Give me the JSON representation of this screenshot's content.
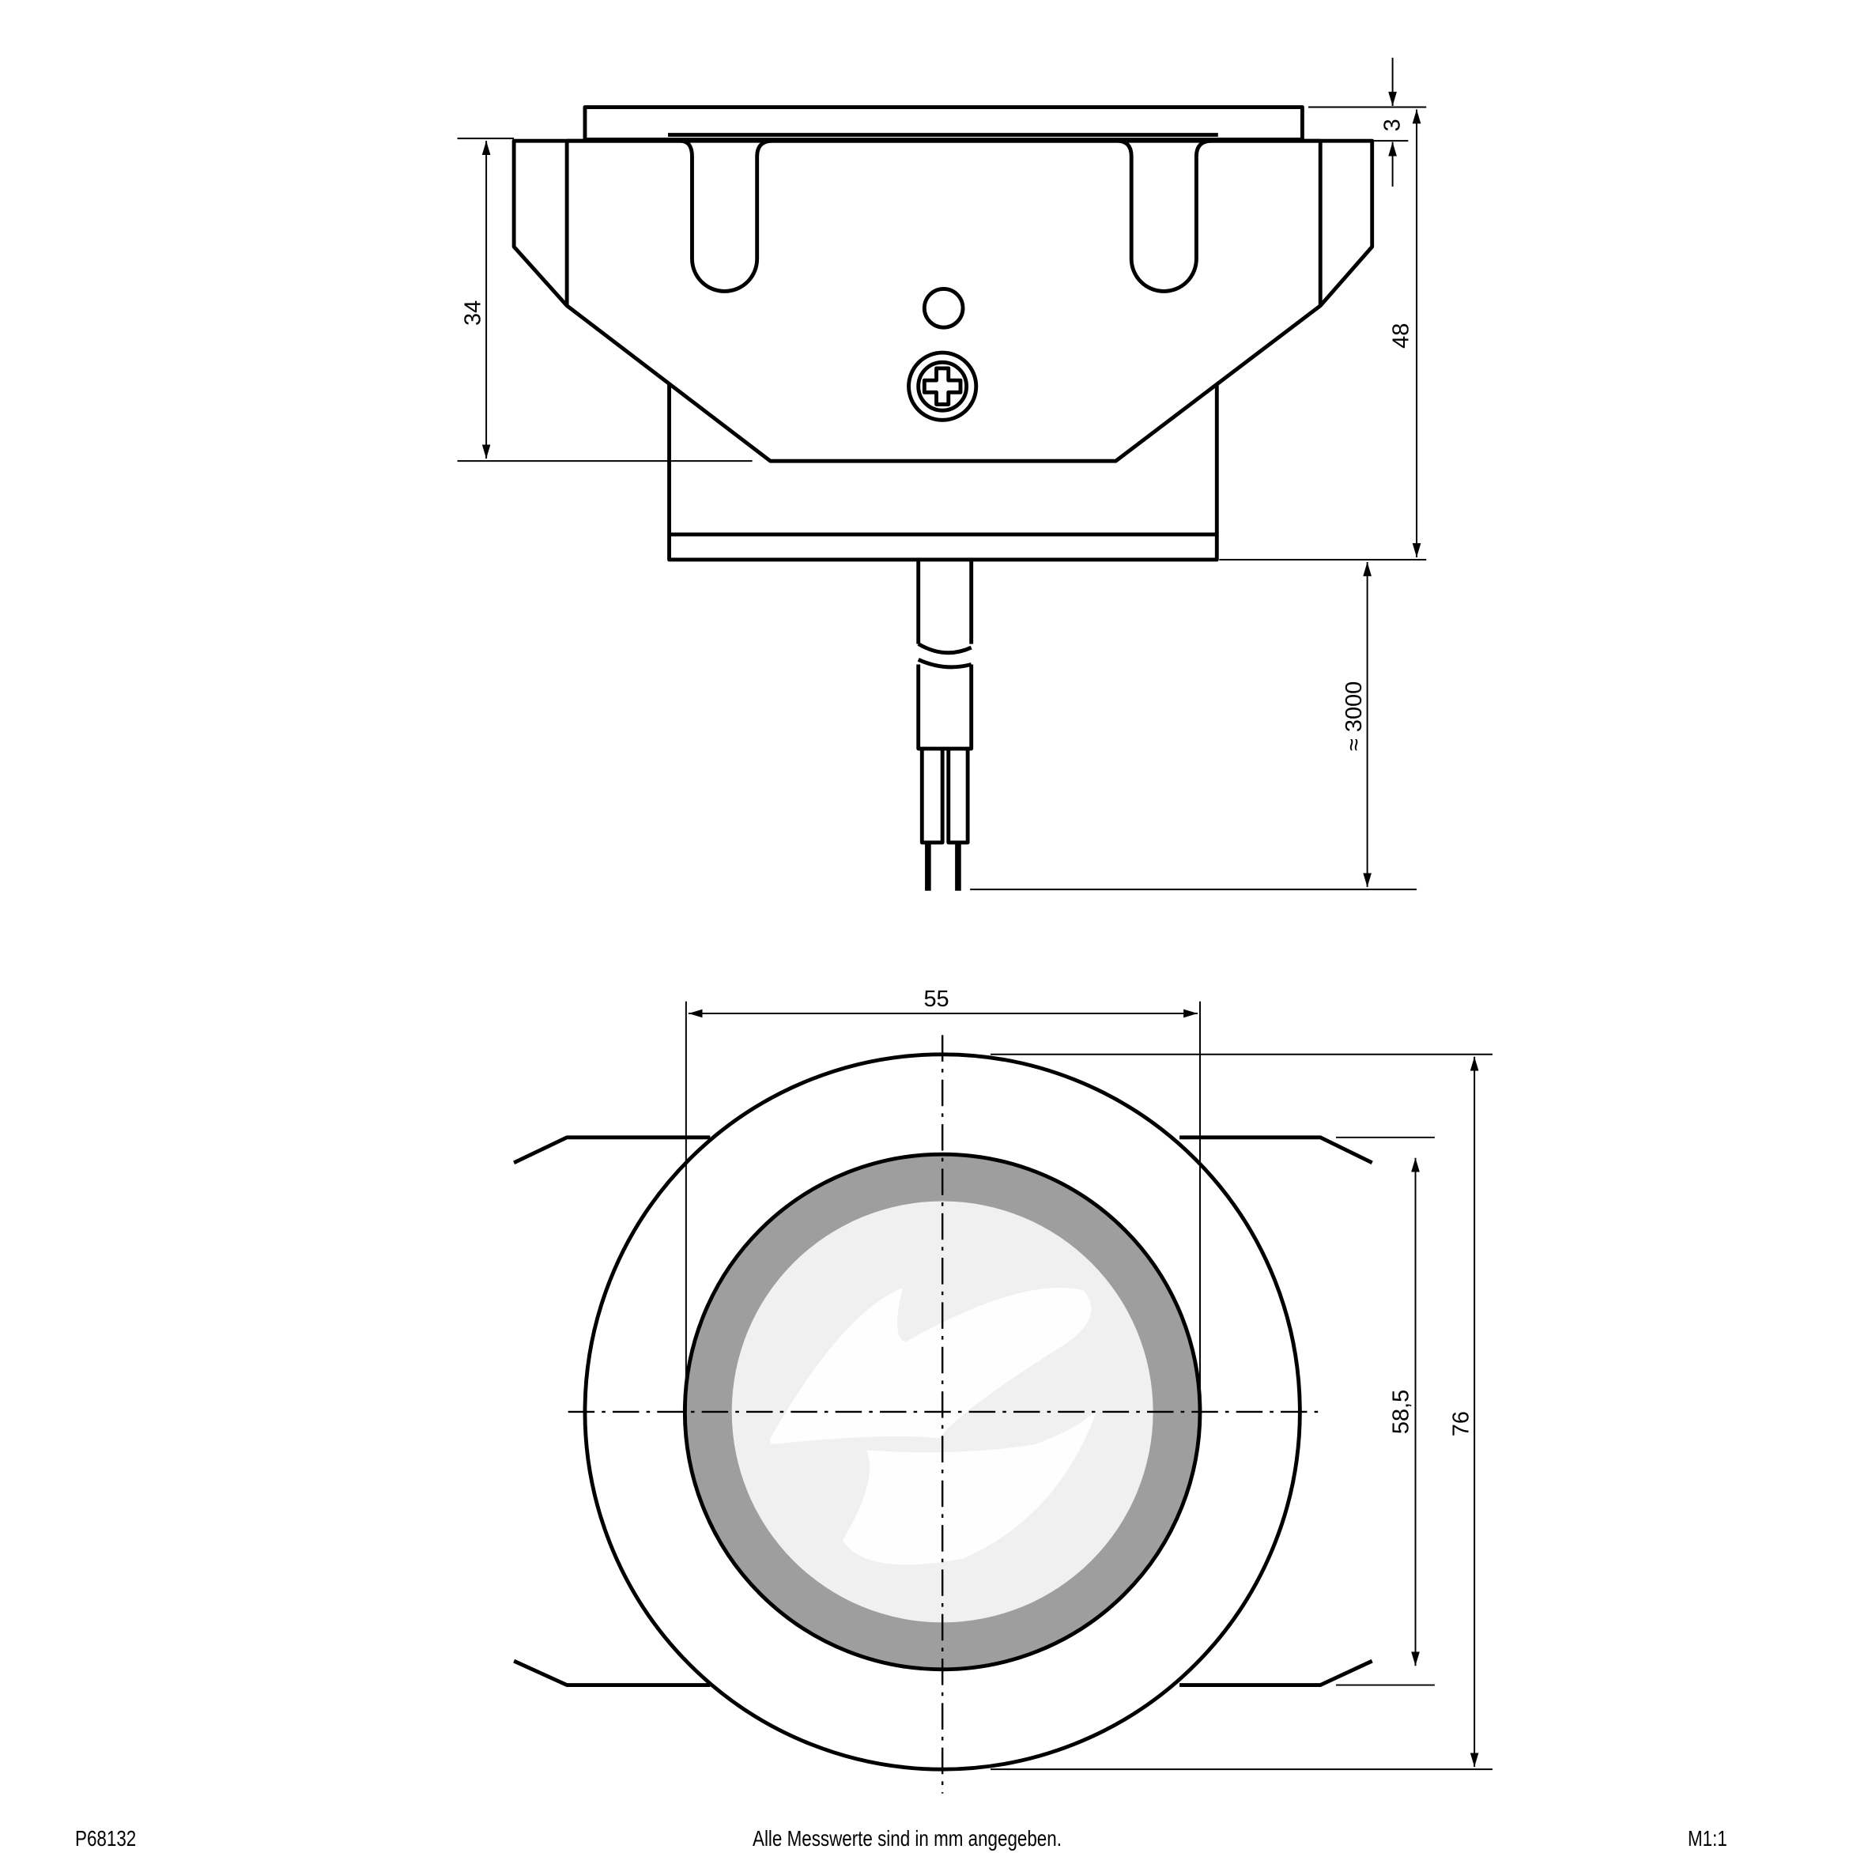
{
  "drawing": {
    "article_number": "P68132",
    "note": "Alle Messwerte sind in mm angegeben.",
    "scale": "M1:1",
    "dimensions": {
      "top_thickness": "3",
      "clip_height": "34",
      "total_height": "48",
      "cable_length": "≈ 3000",
      "hole_width": "55",
      "inner_diameter": "58,5",
      "outer_diameter": "76"
    },
    "colors": {
      "lens_ring": "#9e9e9e",
      "lens": "#f0f0f0",
      "line": "#000000"
    }
  }
}
